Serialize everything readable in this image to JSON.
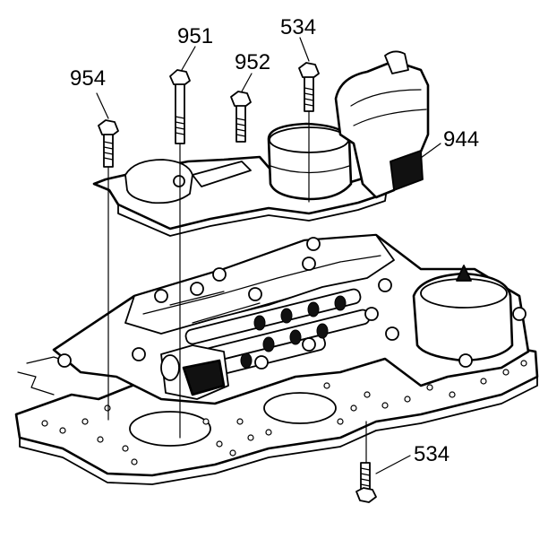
{
  "diagram": {
    "callouts": [
      {
        "id": "954",
        "label": "954"
      },
      {
        "id": "951",
        "label": "951"
      },
      {
        "id": "952",
        "label": "952"
      },
      {
        "id": "534-top",
        "label": "534"
      },
      {
        "id": "944",
        "label": "944"
      },
      {
        "id": "534-bottom",
        "label": "534"
      }
    ],
    "colors": {
      "ink": "#000000",
      "paper": "#ffffff",
      "shadow": "#111111"
    }
  }
}
